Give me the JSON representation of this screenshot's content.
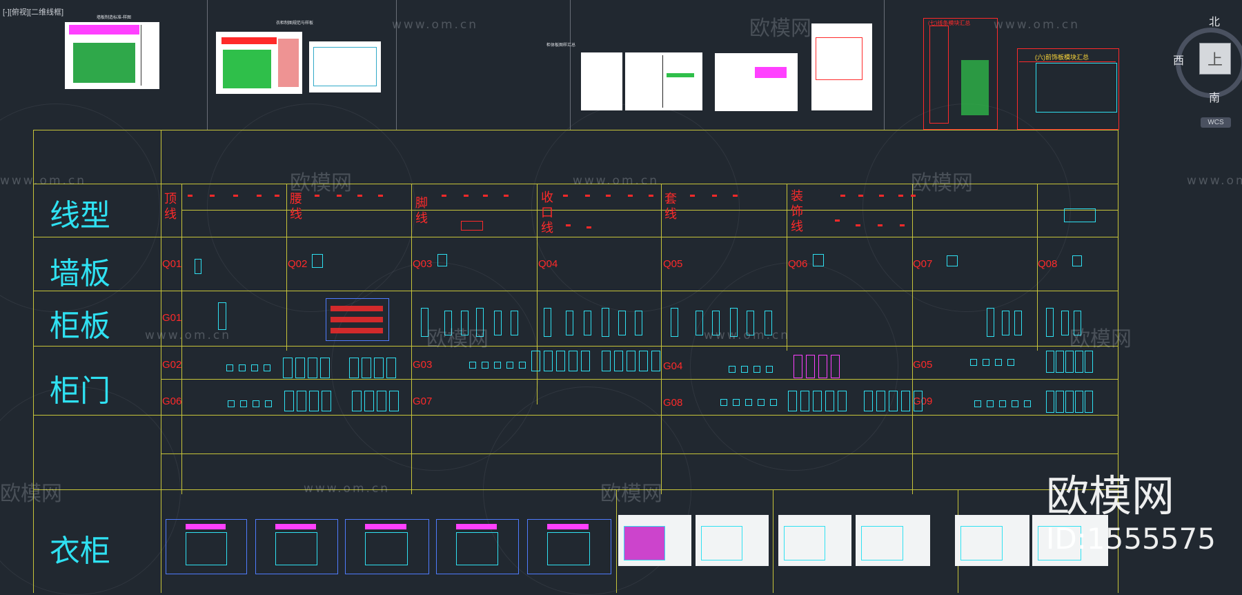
{
  "viewport_label": "[-][俯视][二维线框]",
  "top_sheets": {
    "sheet1_title": "墙板制造标准-样图",
    "sheet2_title": "衣柜制图规范与样板",
    "sheet3_title": "柜体板图样汇总",
    "sheet4_title": "(七)线条模块汇总",
    "sheet5_title": "(六)前饰板模块汇总"
  },
  "categories": {
    "line_type": "线型",
    "wall_panel": "墙板",
    "cabinet_panel": "柜板",
    "cabinet_door": "柜门",
    "wardrobe": "衣柜"
  },
  "line_subtypes": {
    "top_line": "顶线",
    "waist_line": "腰线",
    "foot_line": "脚线",
    "edge_line": "收口线",
    "frame_line": "套线",
    "deco_line": "装饰线"
  },
  "wall_codes": [
    "Q01",
    "Q02",
    "Q03",
    "Q04",
    "Q05",
    "Q06",
    "Q07",
    "Q08"
  ],
  "cabinet_panel_codes": [
    "G01"
  ],
  "door_codes_row1": [
    "G02",
    "G03",
    "G04",
    "G05"
  ],
  "door_codes_row2": [
    "G06",
    "G07",
    "G08",
    "G09"
  ],
  "watermark": {
    "brand": "欧模网",
    "url": "www.om.cn",
    "big_brand": "欧模网",
    "id_text": "ID:1555575"
  },
  "viewcube": {
    "north": "北",
    "south": "南",
    "west": "西",
    "face": "上",
    "wcs": "WCS"
  },
  "colors": {
    "background": "#212830",
    "grid_line": "#c8c53a",
    "category_text": "#2fe1f2",
    "code_text": "#ff2a2a"
  }
}
